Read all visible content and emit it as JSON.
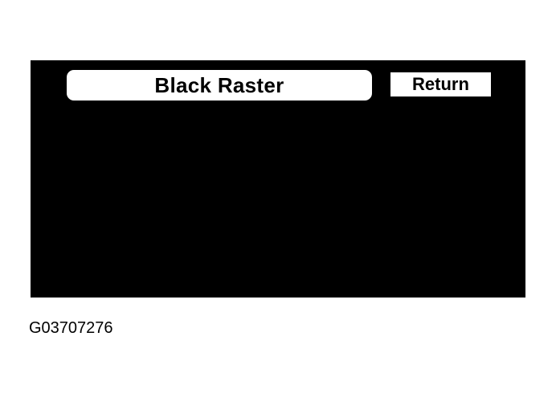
{
  "screen": {
    "title": "Black Raster",
    "return_label": "Return",
    "background_color": "#000000",
    "foreground_color": "#ffffff"
  },
  "figure": {
    "id": "G03707276"
  }
}
